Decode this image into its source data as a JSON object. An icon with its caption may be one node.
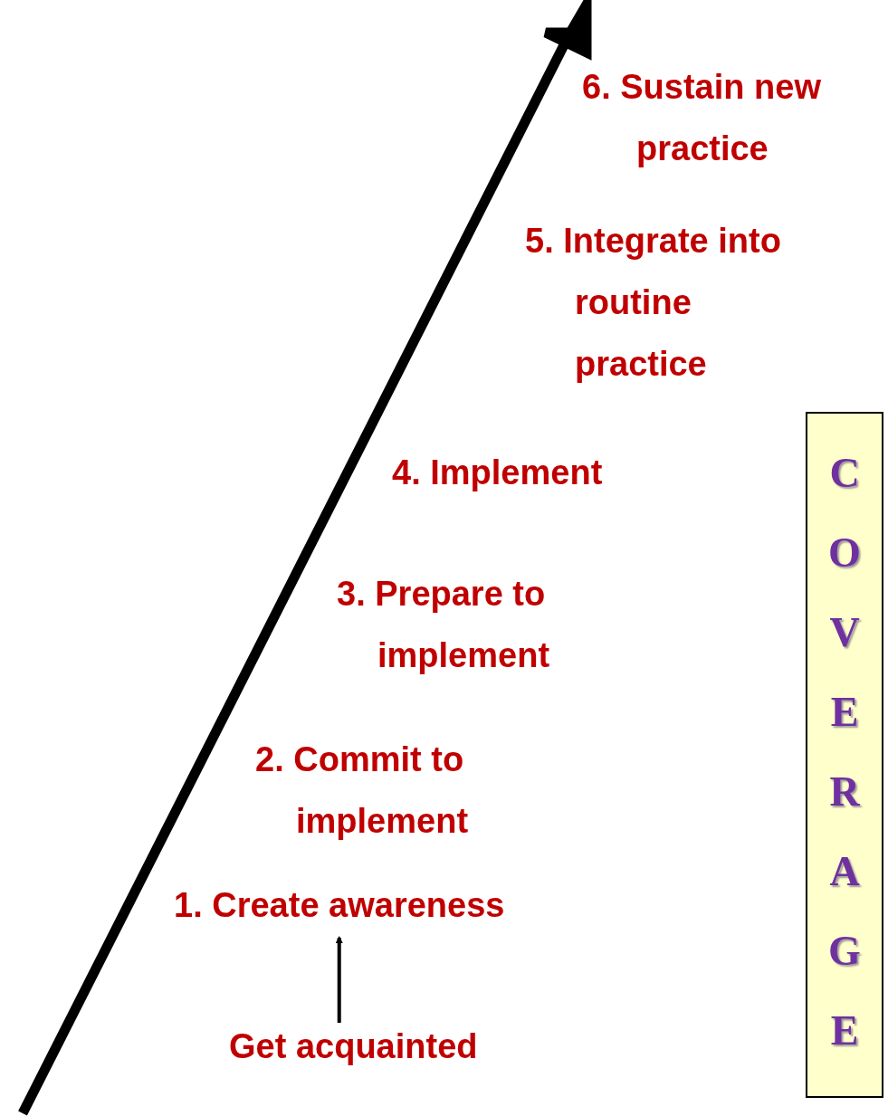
{
  "diagram": {
    "nodes": [
      {
        "text": [
          "COVERAGE"
        ]
      },
      {
        "text": [
          "1. Create awareness"
        ]
      },
      {
        "text": [
          "Get acquainted"
        ]
      }
    ],
    "edges": [
      {
        "from": 2,
        "to": 1,
        "arrow": "to"
      }
    ],
    "labels": [
      "6. Sustain new practice",
      "5. Integrate into routine practice",
      "4. Implement",
      "3. Prepare to implement",
      "2. Commit to implement"
    ]
  }
}
